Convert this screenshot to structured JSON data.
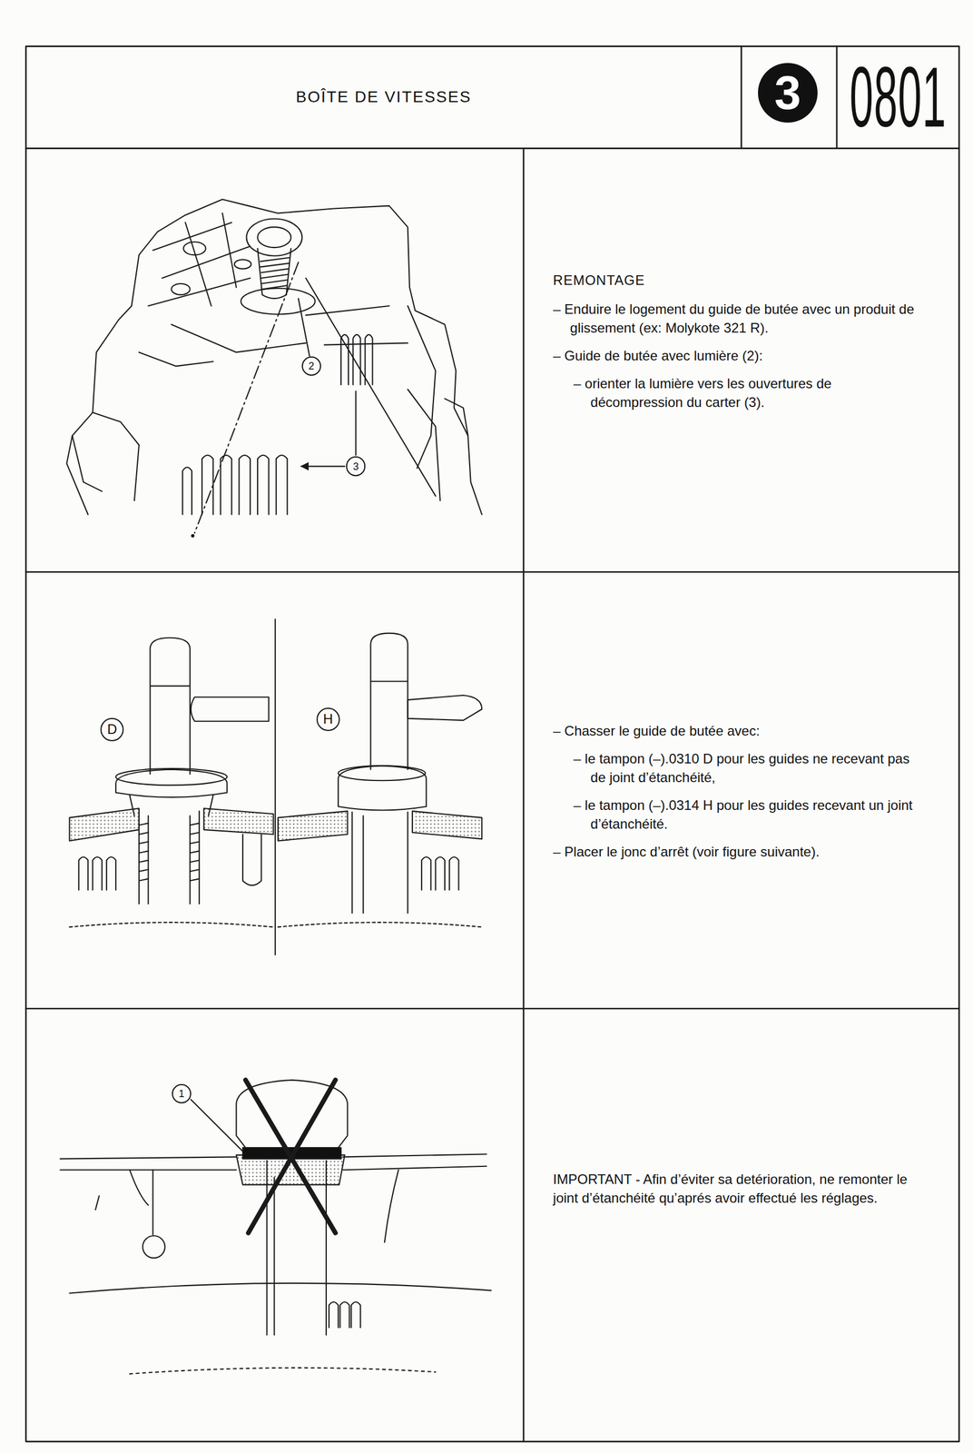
{
  "diagram": {
    "title": "BOÎTE DE VITESSES",
    "nodes": [
      {
        "text": [
          "3"
        ]
      },
      {
        "text": [
          "0801"
        ]
      },
      {
        "text": [
          "2"
        ]
      },
      {
        "text": [
          "3"
        ]
      },
      {
        "text": [
          "REMONTAGE",
          "– Enduire le logement du guide de butée avec un produit de glissement (ex: Molykote 321 R).",
          "– Guide de butée avec lumière (2):",
          "– orienter la lumière vers les ouvertures de décompression du carter (3)."
        ]
      },
      {
        "text": [
          "D"
        ]
      },
      {
        "text": [
          "H"
        ]
      },
      {
        "text": [
          "– Chasser le guide de butée avec:",
          "– le tampon (–).0310 D pour les guides ne recevant pas de joint d’étanchéité,",
          "– le tampon (–).0314 H pour les guides recevant un joint d’étanchéité.",
          "– Placer le jonc d’arrêt (voir figure suivante)."
        ]
      },
      {
        "text": [
          "1"
        ]
      },
      {
        "text": [
          "IMPORTANT - Afin d’éviter sa detérioration, ne remonter le joint d’étanchéité qu’aprés avoir effectué les réglages."
        ]
      }
    ]
  }
}
